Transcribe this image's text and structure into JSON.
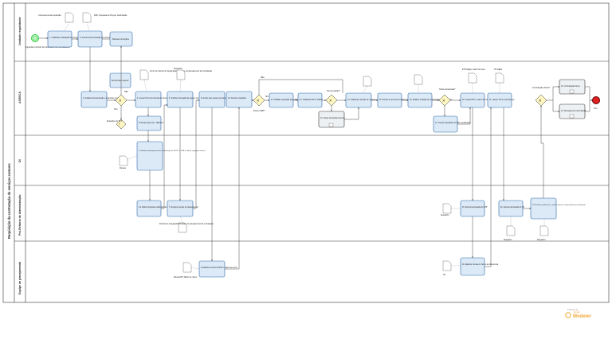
{
  "diagram": {
    "pool_title": "Requisição da contratação de serviços comuns",
    "lanes": {
      "requisitante": "Unidade requisitante",
      "ascom": "ASSECA",
      "di": "DI",
      "pro_reitoria": "Pró-Reitoria de Administração",
      "equipe": "Equipe de planejamento"
    },
    "start_event": "Aguardar período do calendário de contratações",
    "end_event": "Fim",
    "tasks": {
      "t1": "1. Cadastrar solicitação de serviço no SIPAC",
      "t2": "2. Anexar documentação ao processo",
      "t3": "3. Analisar documentação e instruções do pedido",
      "t4": "4. Anexar Termo de Ciência de Designação",
      "t4_1": "4.1 Analisar planejamento de contratação do PDTIC e PCA e indicar integrante técnico",
      "t4_2": "4.2 Indicar integrante administrativo",
      "t5": "5. Enviar para o DI - SEI/SIG",
      "t6": "6. Solicitar nomeação da equipe de planejamento",
      "t7": "7. Designar equipe de planejamento",
      "t8": "8. Enviar para equipe de planejamento",
      "t9": "9. Elaborar estudo do ETP e matriz de riscos",
      "t10": "10. Atender requisição",
      "t11": "11. Habilitar requisição para SRP",
      "t12": "12. Cadastrar IRP no SIPAC",
      "t13": "13. Novas demandas internas",
      "t14": "14. Cadastrar Intenção de compra no SIPAC",
      "t15": "15. Anexar ao processo relatórios gerados",
      "t16": "16. Realizar Cotação por autorização dos processos",
      "t17": "17. Anexar requisições do IRP e justificativa",
      "t18": "18. Lançar ETP e matriz de riscos no Compras.gov",
      "t19": "19. Aprovar aprovação do ETP",
      "t20": "20. Elaborar minuta do Termo de Referência",
      "t21": "21. Lançar TR no compras.gov",
      "t22": "22. Aprovar aprovação do TR",
      "t23": "23. Realizar justificativa, avaliar critério e autorização de contratação",
      "t24a": "24. Contratação direta",
      "t24b": "24. Planejamento da licitação",
      "rev": "Revisar correções",
      "quest": "Enviar para o gestor"
    },
    "gateways": {
      "g1": "Sim",
      "g1_no": "Não",
      "g2": "Possui SRP?",
      "g2_yes": "Sim",
      "g2_no": "Não",
      "g3": "Tomar padrão?",
      "g4": "Todos demandas?",
      "g5": "Contratação direta?",
      "extra": "Extrações do TCT"
    },
    "artifacts": {
      "a1": "Componente da requisição",
      "a2": "DFD, Pesquisa de Preços, Autorização",
      "a3": "Termo de Ciência de Designação da equipe de planejamento da contratação",
      "a4": "Despacho",
      "a5": "Parecer",
      "a6": "Portaria de designação da equipe de planejamento da contratação",
      "a7": "Minuta ETP, Matriz de riscos",
      "a8": "ETP Digital, matriz de riscos",
      "a9": "TR Digital",
      "a10": "Despacho",
      "a11": "TR",
      "a12": "Despacho",
      "a13": "Despacho"
    },
    "watermark_small": "Powered by",
    "watermark": "Modeler",
    "watermark_brand": "bizagi"
  },
  "colors": {
    "task_fill": "#dce9f7",
    "task_stroke": "#2f6aa7",
    "start": "#2ecc40",
    "end": "#e02020",
    "gateway_fill": "#fff7c2"
  }
}
